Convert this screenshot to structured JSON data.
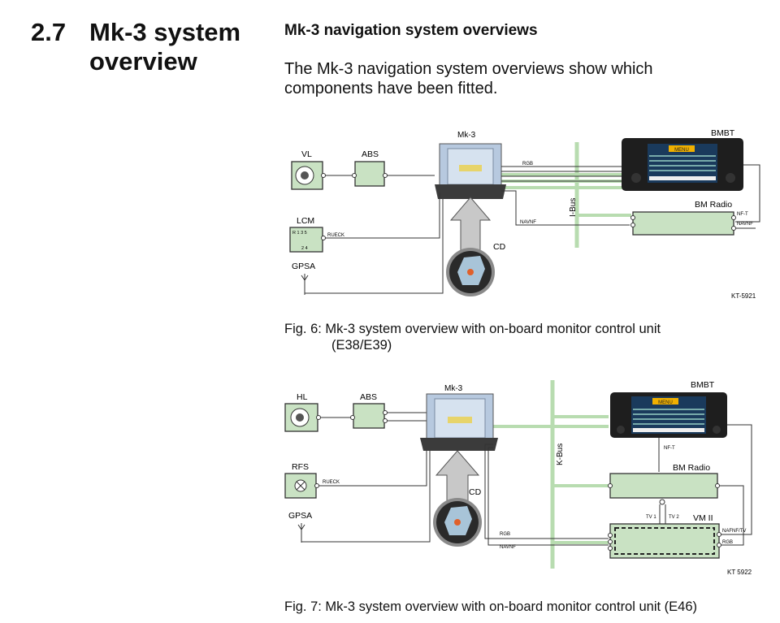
{
  "section": {
    "number": "2.7",
    "title": "Mk-3 system overview",
    "subheading": "Mk-3 navigation system overviews",
    "intro": "The Mk-3 navigation system overviews show which components have been fitted."
  },
  "figure6": {
    "labels": {
      "mk3": "Mk-3",
      "bmbt": "BMBT",
      "vl": "VL",
      "abs": "ABS",
      "lcm": "LCM",
      "gpsa": "GPSA",
      "cd": "CD",
      "bus": "I-Bus",
      "bm_radio": "BM Radio",
      "rgb": "RGB",
      "navnf": "NAVNF",
      "rueck": "RUECK",
      "nft": "NF-T",
      "navnf2": "NAVNF",
      "code": "KT-5921",
      "lcm_pins_top": "R  1  3  5",
      "lcm_pins_bottom": "2  4"
    },
    "caption_line1": "Fig. 6: Mk-3 system overview with on-board monitor control unit",
    "caption_line2": "(E38/E39)"
  },
  "figure7": {
    "labels": {
      "mk3": "Mk-3",
      "bmbt": "BMBT",
      "hl": "HL",
      "abs": "ABS",
      "rfs": "RFS",
      "gpsa": "GPSA",
      "cd": "CD",
      "bus": "K-Bus",
      "bm_radio": "BM Radio",
      "vm": "VM II",
      "tv1": "TV 1",
      "tv2": "TV 2",
      "rgb": "RGB",
      "navnf": "NAVNF",
      "rueck": "RUECK",
      "nft": "NF-T",
      "nafnf_tv": "NAFNF/TV",
      "rgb2": "RGB",
      "code": "KT 5922"
    },
    "caption": "Fig. 7: Mk-3 system overview with on-board monitor control unit (E46)"
  },
  "screen": {
    "menu": "MENU"
  },
  "colors": {
    "component_fill": "#c9e2c3",
    "bus_green": "#b8dcb0",
    "line": "#333333"
  }
}
